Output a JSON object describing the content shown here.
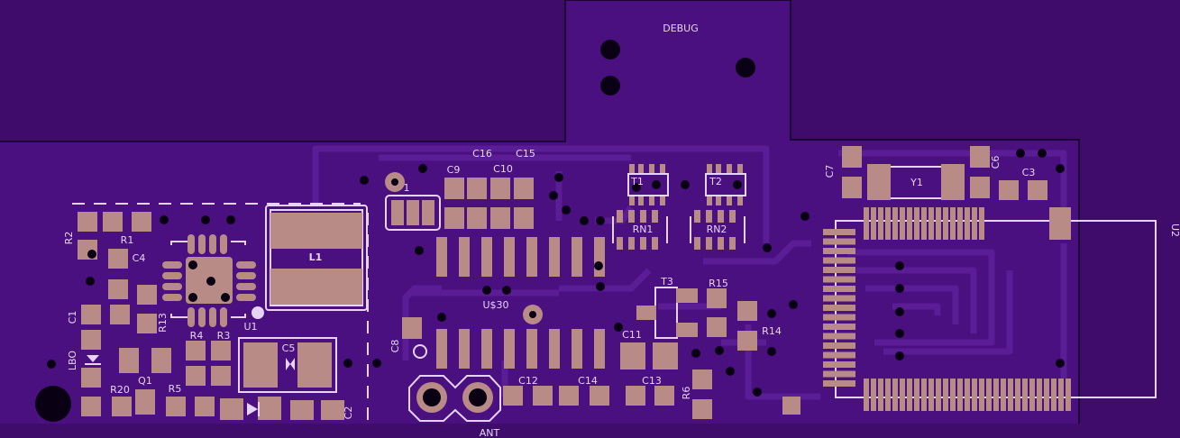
{
  "colors": {
    "background": "#3f0c6b",
    "copper": "#4d1382",
    "trace": "#5a1c94",
    "pad": "#b98b86",
    "silk": "#e6d4f4",
    "outline": "#12002a",
    "via": "#0a0014"
  },
  "labels": {
    "debug": "DEBUG",
    "ant": "ANT",
    "u30": "U$30",
    "l1": "L1",
    "y1": "Y1",
    "u2": "U2",
    "c16": "C16",
    "c15": "C15",
    "c9": "C9",
    "c10": "C10",
    "t1": "T1",
    "t2": "T2",
    "rn1": "RN1",
    "rn2": "RN2",
    "t3": "T3",
    "r15": "R15",
    "r14": "R14",
    "c11": "C11",
    "c12": "C12",
    "c14": "C14",
    "c13": "C13",
    "r6": "R6",
    "c7": "C7",
    "c6": "C6",
    "c3": "C3",
    "c8": "C8",
    "c5": "C5",
    "c2": "C2",
    "r2": "R2",
    "r1": "R1",
    "c4": "C4",
    "c1": "C1",
    "r13": "R13",
    "r4": "R4",
    "r3": "R3",
    "u1": "U1",
    "lbo": "LBO",
    "r20": "R20",
    "q1": "Q1",
    "r5": "R5",
    "one": "1"
  }
}
